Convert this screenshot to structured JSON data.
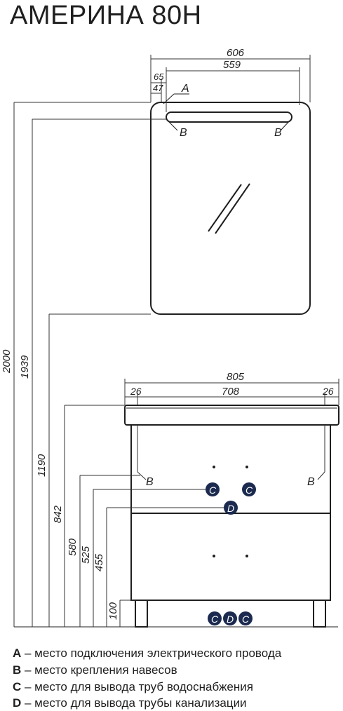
{
  "title": "АМЕРИНА 80Н",
  "colors": {
    "line": "#1f1f1f",
    "dim": "#333333",
    "marker": "#1b2a4e",
    "marker_text": "#ffffff"
  },
  "dimensions": {
    "mirror_width": "606",
    "mirror_mount_span": "559",
    "offset_65": "65",
    "offset_47": "47",
    "vanity_width": "805",
    "vanity_inner": "708",
    "vanity_side_left": "26",
    "vanity_side_right": "26",
    "h_2000": "2000",
    "h_1939": "1939",
    "h_1190": "1190",
    "h_842": "842",
    "h_580": "580",
    "h_525": "525",
    "h_455": "455",
    "h_100": "100"
  },
  "markers": {
    "a": "A",
    "b_mirror_left": "B",
    "b_mirror_right": "B",
    "b_vanity_left": "B",
    "b_vanity_right": "B",
    "c_left": "C",
    "c_right": "C",
    "d_upper": "D",
    "c_bottom_left": "C",
    "d_bottom": "D",
    "c_bottom_right": "C"
  },
  "legend": [
    {
      "letter": "A",
      "text": " – место подключения электрического провода"
    },
    {
      "letter": "B",
      "text": " – место крепления навесов"
    },
    {
      "letter": "C",
      "text": " – место для вывода труб водоснабжения"
    },
    {
      "letter": "D",
      "text": " – место для вывода трубы канализации"
    }
  ]
}
